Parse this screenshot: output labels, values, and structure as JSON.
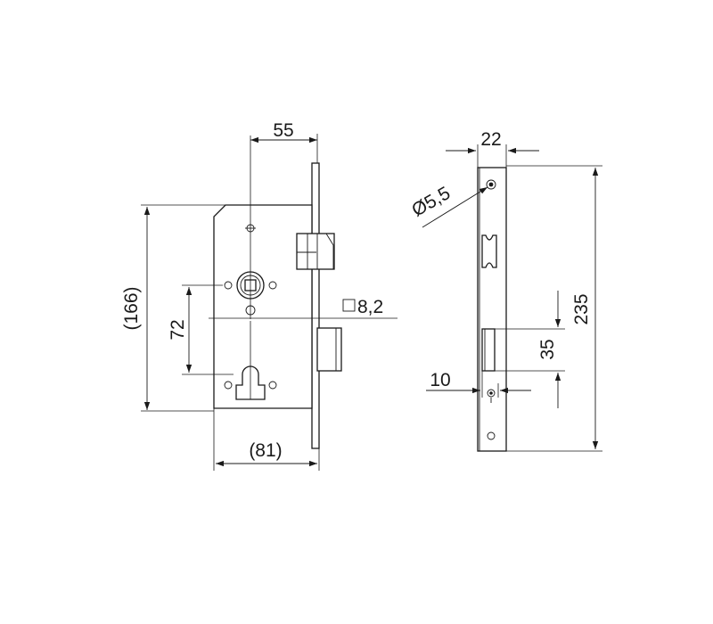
{
  "drawing": {
    "front_view": {
      "backset": "55",
      "total_height": "(166)",
      "center_distance": "72",
      "case_width": "(81)",
      "spindle_square": "8,2"
    },
    "side_view": {
      "faceplate_width": "22",
      "screw_hole": "Ø5,5",
      "faceplate_height": "235",
      "bolt_height": "35",
      "strike_offset": "10"
    }
  }
}
